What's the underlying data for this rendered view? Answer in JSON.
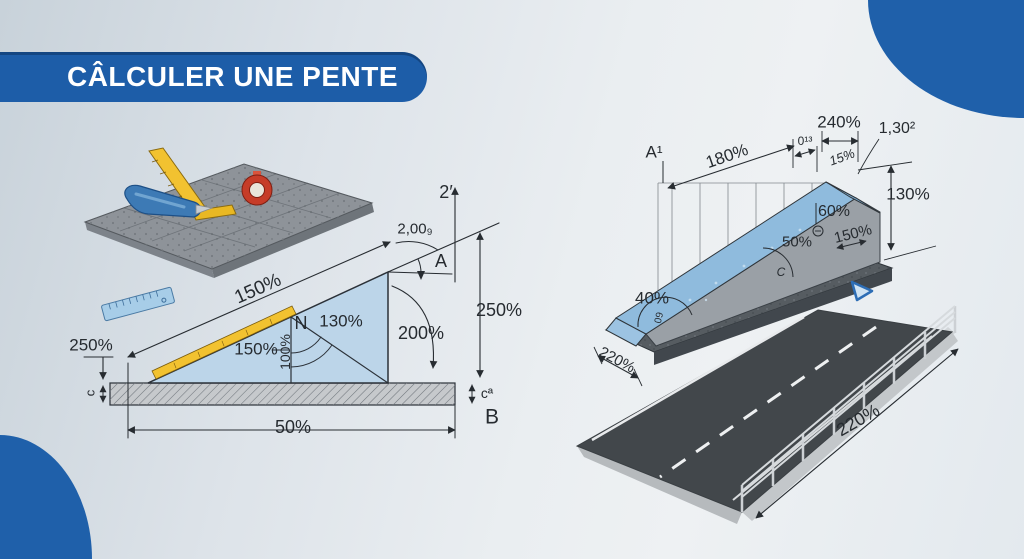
{
  "title": "CÂLCULER UNE PENTE",
  "colors": {
    "accent_blue": "#1d5da8",
    "line": "#272c31",
    "triangle_fill": "#bcd5e9",
    "ramp_blue": "#8fbbdd",
    "road_asphalt": "#42474b",
    "ruler_yellow": "#f2c230"
  },
  "left": {
    "hyp_dim": "150%",
    "hyp_label": "150%",
    "side_label": "130%",
    "rise_label": "100%",
    "left_height": "250%",
    "right_height": "250%",
    "drop_label": "200%",
    "base_dim": "50%",
    "arc_label": "2,00₉",
    "angle_a": "A",
    "axis_label": "2′",
    "point_b": "B",
    "point_n": "N",
    "thickness_left": "c",
    "thickness_right": "cª"
  },
  "right": {
    "point_a": "A¹",
    "run_dim": "180%",
    "offset_dim": "0¹³",
    "top_dim": "240%",
    "crest_label": "1,30²",
    "top_slope": "15%",
    "height_dim": "130%",
    "wall_label": "60%",
    "landing_dim": "150%",
    "mid_label": "50%",
    "angle_c": "C",
    "toe_label": "40%",
    "angle_small": "09",
    "width_dim": "220%"
  },
  "road": {
    "length_dim": "220%"
  }
}
